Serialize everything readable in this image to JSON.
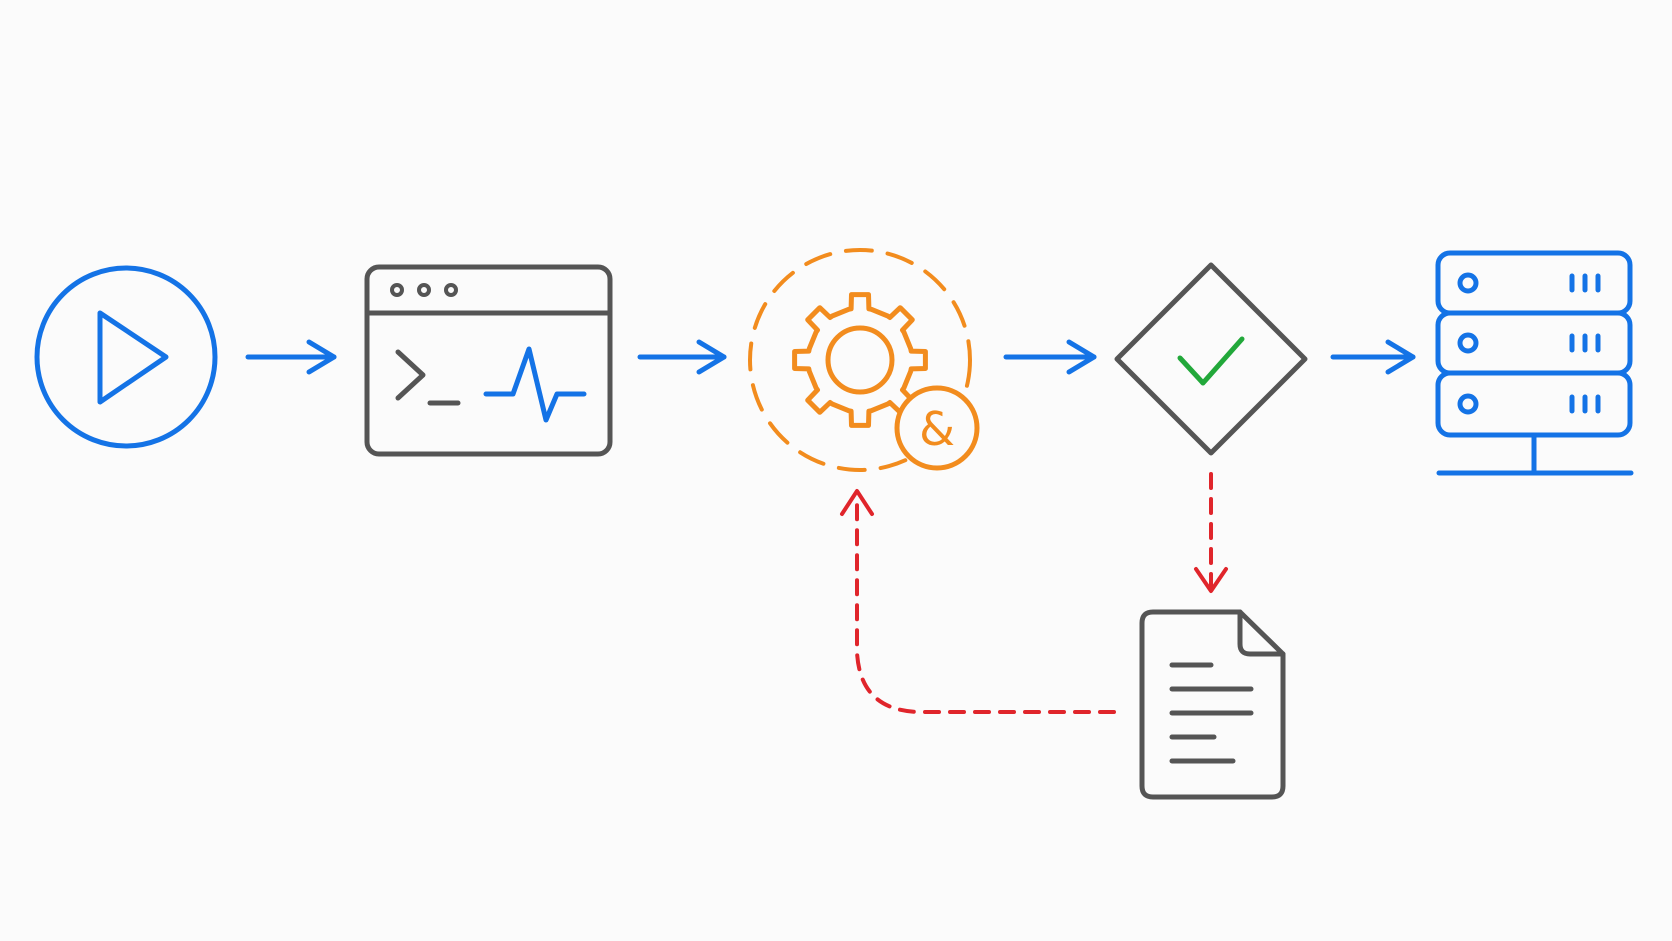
{
  "colors": {
    "background": "#fbfbfb",
    "blue": "#1473e6",
    "gray": "#555555",
    "orange": "#f28c1e",
    "red": "#e0252b",
    "green": "#22a83a"
  },
  "nodes": [
    {
      "id": "start",
      "icon": "play-circle-icon"
    },
    {
      "id": "terminal",
      "icon": "terminal-window-icon"
    },
    {
      "id": "processing",
      "icon": "gear-ampersand-icon"
    },
    {
      "id": "validation",
      "icon": "diamond-check-icon"
    },
    {
      "id": "deploy",
      "icon": "server-stack-icon"
    },
    {
      "id": "log",
      "icon": "document-icon"
    }
  ],
  "edges": [
    {
      "from": "start",
      "to": "terminal",
      "style": "solid",
      "color": "blue"
    },
    {
      "from": "terminal",
      "to": "processing",
      "style": "solid",
      "color": "blue"
    },
    {
      "from": "processing",
      "to": "validation",
      "style": "solid",
      "color": "blue"
    },
    {
      "from": "validation",
      "to": "deploy",
      "style": "solid",
      "color": "blue"
    },
    {
      "from": "validation",
      "to": "log",
      "style": "dashed",
      "color": "red"
    },
    {
      "from": "log",
      "to": "processing",
      "style": "dashed",
      "color": "red"
    }
  ],
  "gear_badge": {
    "symbol": "&"
  }
}
